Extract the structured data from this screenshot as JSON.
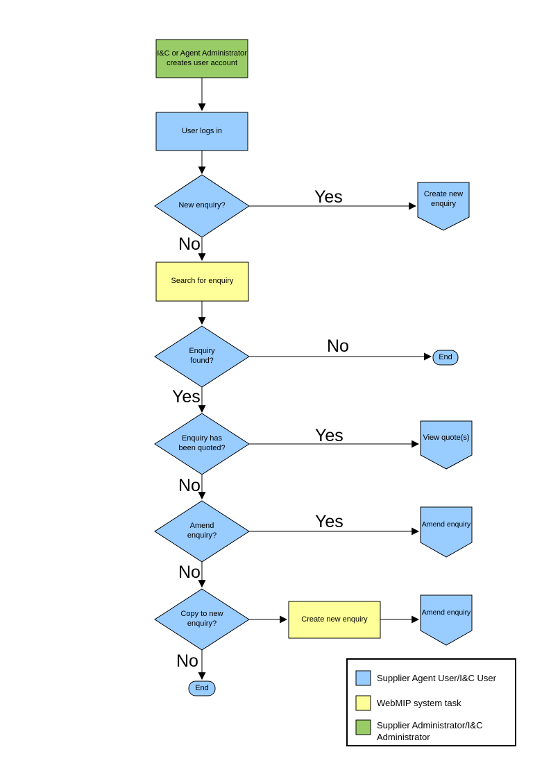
{
  "colors": {
    "user_blue": "#99CCFF",
    "system_yellow": "#FFFF99",
    "admin_green": "#99CC66",
    "outline": "#000000"
  },
  "nodes": {
    "create_account": "I&C or Agent Administrator\ncreates user account",
    "user_logs_in": "User logs in",
    "new_enquiry_q": "New enquiry?",
    "create_new_enquiry": "Create new\nenquiry",
    "search_for_enquiry": "Search for enquiry",
    "enquiry_found_q": "Enquiry\nfound?",
    "end_1": "End",
    "enquiry_quoted_q": "Enquiry has\nbeen quoted?",
    "view_quotes": "View quote(s)",
    "amend_enquiry_q": "Amend\nenquiry?",
    "amend_enquiry": "Amend enquiry",
    "copy_to_new_q": "Copy to new\nenquiry?",
    "create_new_enquiry_2": "Create new enquiry",
    "amend_enquiry_2": "Amend enquiry",
    "end_2": "End"
  },
  "branch_labels": {
    "new_enquiry_yes": "Yes",
    "new_enquiry_no": "No",
    "enquiry_found_no": "No",
    "enquiry_found_yes": "Yes",
    "quoted_yes": "Yes",
    "quoted_no": "No",
    "amend_yes": "Yes",
    "amend_no": "No",
    "copy_no": "No"
  },
  "legend": {
    "item_user": "Supplier Agent User/I&C User",
    "item_system": "WebMIP system task",
    "item_admin": "Supplier Administrator/I&C Administrator"
  }
}
